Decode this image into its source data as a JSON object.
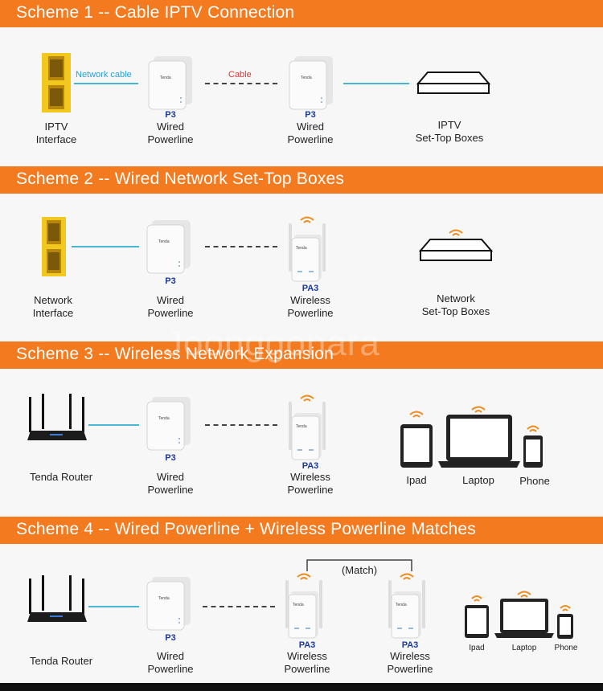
{
  "schemes": [
    {
      "title": "Scheme 1 -- Cable IPTV Connection",
      "source_label": [
        "IPTV",
        "Interface"
      ],
      "link1": "Network cable",
      "link2": "Cable",
      "dev1_model": "P3",
      "dev1_label": [
        "Wired",
        "Powerline"
      ],
      "dev2_model": "P3",
      "dev2_label": [
        "Wired",
        "Powerline"
      ],
      "target_label": [
        "IPTV",
        "Set-Top Boxes"
      ]
    },
    {
      "title": "Scheme 2 -- Wired Network Set-Top Boxes",
      "source_label": [
        "Network",
        "Interface"
      ],
      "dev1_model": "P3",
      "dev1_label": [
        "Wired",
        "Powerline"
      ],
      "dev2_model": "PA3",
      "dev2_label": [
        "Wireless",
        "Powerline"
      ],
      "target_label": [
        "Network",
        "Set-Top Boxes"
      ]
    },
    {
      "title": "Scheme 3 -- Wireless Network Expansion",
      "source_label": [
        "Tenda Router"
      ],
      "dev1_model": "P3",
      "dev1_label": [
        "Wired",
        "Powerline"
      ],
      "dev2_model": "PA3",
      "dev2_label": [
        "Wireless",
        "Powerline"
      ],
      "clients": [
        "Ipad",
        "Laptop",
        "Phone"
      ]
    },
    {
      "title": "Scheme 4 -- Wired Powerline + Wireless Powerline Matches",
      "source_label": [
        "Tenda Router"
      ],
      "dev1_model": "P3",
      "dev1_label": [
        "Wired",
        "Powerline"
      ],
      "dev2_model": "PA3",
      "dev2_label": [
        "Wireless",
        "Powerline"
      ],
      "dev3_model": "PA3",
      "dev3_label": [
        "Wireless",
        "Powerline"
      ],
      "match_label": "(Match)",
      "clients": [
        "Ipad",
        "Laptop",
        "Phone"
      ]
    }
  ],
  "brand_text": "Tenda",
  "watermark": "Joonggonara",
  "colors": {
    "banner": "#f47a1f",
    "link": "#49b6d6",
    "model": "#1a3a9c",
    "wifi": "#f08a1c",
    "wall": "#f2c81e"
  }
}
